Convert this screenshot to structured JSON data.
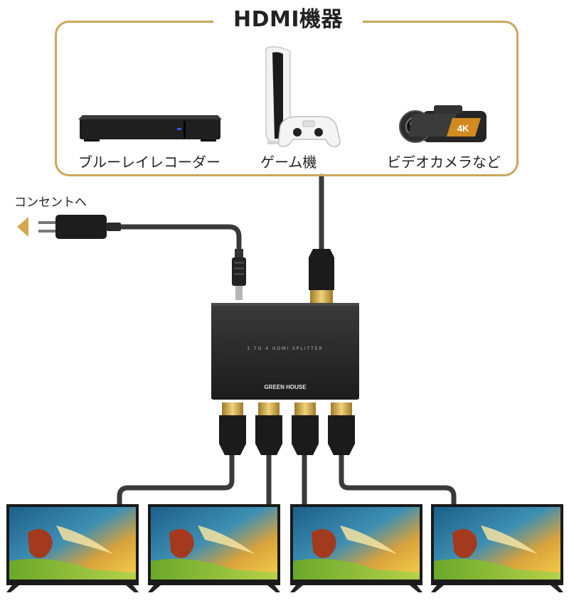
{
  "group": {
    "title": "HDMI機器"
  },
  "devices": [
    {
      "label": "ブルーレイレコーダー",
      "icon": "bluray-recorder-icon"
    },
    {
      "label": "ゲーム機",
      "icon": "game-console-icon"
    },
    {
      "label": "ビデオカメラなど",
      "icon": "video-camera-icon"
    }
  ],
  "camera_badge": "4K",
  "power": {
    "label": "コンセントへ",
    "icon": "power-adapter-icon"
  },
  "splitter": {
    "top_text": "1 TO 4 HDMI SPLITTER",
    "brand": "GREEN HOUSE",
    "icon": "hdmi-splitter-icon"
  },
  "tvs": [
    {
      "icon": "television-icon"
    },
    {
      "icon": "television-icon"
    },
    {
      "icon": "television-icon"
    },
    {
      "icon": "television-icon"
    }
  ],
  "colors": {
    "frame": "#c9a85c",
    "arrow": "#d1a94e",
    "cable": "#3a3a3a",
    "connector_gold": "#c8a24a",
    "device": "#1e1e1e"
  }
}
